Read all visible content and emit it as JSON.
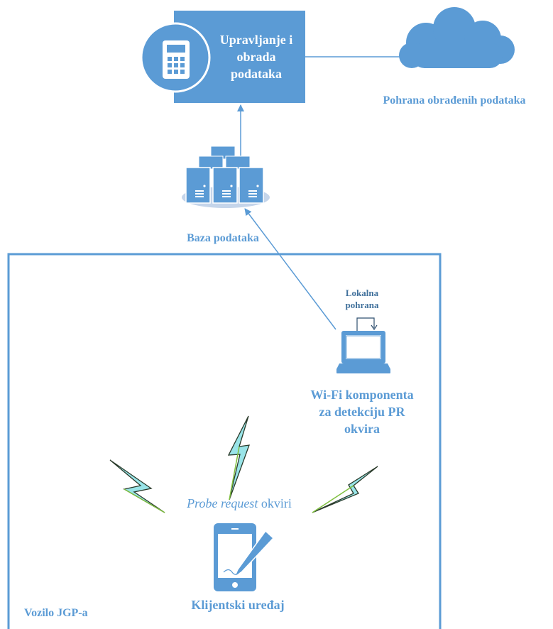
{
  "processing": {
    "label_lines": [
      "Upravljanje i",
      "obrada",
      "podataka"
    ],
    "icon": "calculator-icon"
  },
  "cloud_storage": {
    "label": "Pohrana obrađenih podataka",
    "icon": "cloud-icon"
  },
  "database": {
    "label": "Baza podataka",
    "icon": "server-stack-icon"
  },
  "vehicle": {
    "label": "Vozilo JGP-a"
  },
  "wifi_component": {
    "local_storage_lines": [
      "Lokalna",
      "pohrana"
    ],
    "label_lines": [
      "Wi-Fi komponenta",
      "za detekciju PR",
      "okvira"
    ],
    "icon": "laptop-icon"
  },
  "probe": {
    "label_italic": "Probe request",
    "label_rest": " okviri",
    "icon": "lightning-icon"
  },
  "client": {
    "label": "Klijentski uređaj",
    "icon": "tablet-pen-icon"
  },
  "colors": {
    "primary": "#5b9bd5",
    "dark": "#41719c",
    "lightning_fill": "#99e4e8",
    "lightning_edge": "#7fbf3f"
  }
}
